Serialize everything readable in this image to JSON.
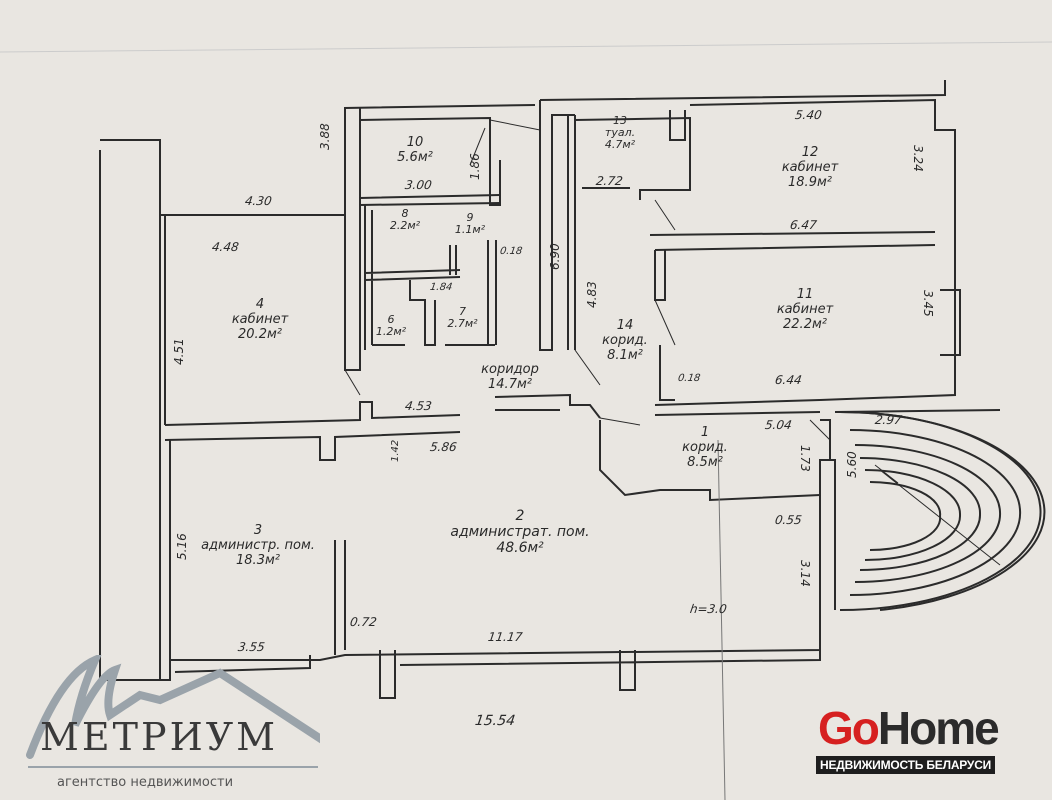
{
  "rooms": [
    {
      "num": "1",
      "name": "корид.",
      "area": "8.5м²"
    },
    {
      "num": "2",
      "name": "администрат. пом.",
      "area": "48.6м²"
    },
    {
      "num": "3",
      "name": "администр. пом.",
      "area": "18.3м²"
    },
    {
      "num": "4",
      "name": "кабинет",
      "area": "20.2м²"
    },
    {
      "num": "6",
      "area": "1.2м²"
    },
    {
      "num": "7",
      "area": "2.7м²"
    },
    {
      "num": "8",
      "area": "2.2м²"
    },
    {
      "num": "9",
      "area": "1.1м²"
    },
    {
      "num": "10",
      "area": "5.6м²"
    },
    {
      "num": "11",
      "name": "кабинет",
      "area": "22.2м²"
    },
    {
      "num": "12",
      "name": "кабинет",
      "area": "18.9м²"
    },
    {
      "num": "13",
      "name": "туал.",
      "area": "4.7м²"
    },
    {
      "num": "14",
      "name": "корид.",
      "area": "8.1м²"
    },
    {
      "name": "коридор",
      "area": "14.7м²"
    }
  ],
  "dimensions": {
    "d388": "3.88",
    "d430": "4.30",
    "d448": "4.48",
    "d451": "4.51",
    "d453": "4.53",
    "d586": "5.86",
    "d142": "1.42",
    "d516": "5.16",
    "d355": "3.55",
    "d072": "0.72",
    "d1117": "11.17",
    "d1554": "15.54",
    "d300": "3.00",
    "d186": "1.86",
    "d018a": "0.18",
    "d184": "1.84",
    "d690": "6.90",
    "d483": "4.83",
    "d272": "2.72",
    "d540": "5.40",
    "d324": "3.24",
    "d647": "6.47",
    "d345": "3.45",
    "d018b": "0.18",
    "d644": "6.44",
    "d504": "5.04",
    "d173": "1.73",
    "d560": "5.60",
    "d297": "2.97",
    "d055": "0.55",
    "d314": "3.14",
    "height": "h=3.0"
  },
  "logos": {
    "metrium_name": "МЕТРИУМ",
    "metrium_sub": "агентство недвижимости",
    "gohome_go": "Go",
    "gohome_home": "Home",
    "gohome_sub": "НЕДВИЖИМОСТЬ БЕЛАРУСИ"
  }
}
